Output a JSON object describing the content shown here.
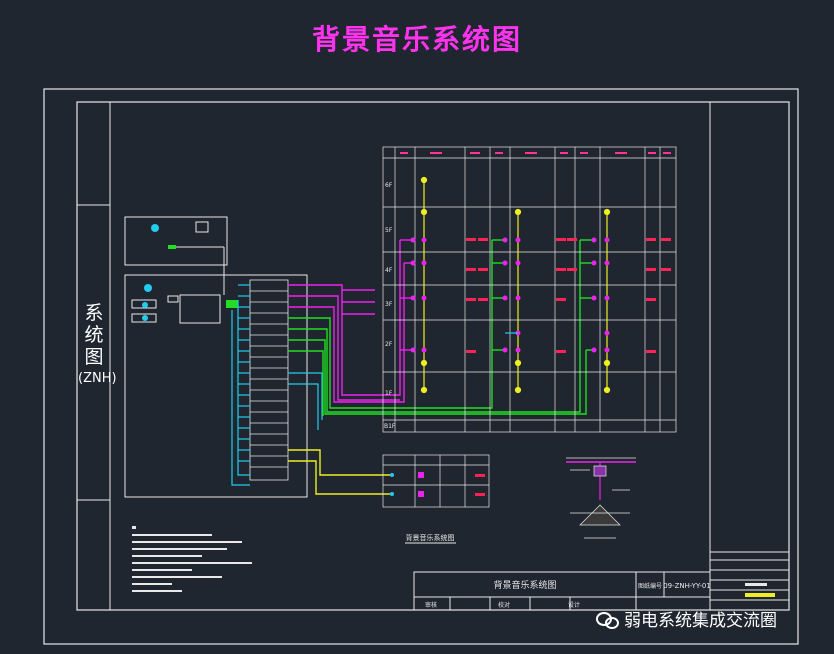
{
  "title": "背景音乐系统图",
  "side_title": {
    "chars": [
      "系",
      "统",
      "图"
    ],
    "code": "(ZNH)"
  },
  "floors": [
    "6F",
    "5F",
    "4F",
    "3F",
    "2F",
    "1F",
    "B1F"
  ],
  "legend_caption": "背景音乐系统图",
  "title_block": {
    "drawing_title": "背景音乐系统图",
    "drawing_no_label": "图纸编号",
    "drawing_no": "09-ZNH-YY-01",
    "labels": [
      "审核",
      "校对",
      "设计"
    ]
  },
  "watermark": "弱电系统集成交流圈",
  "colors": {
    "magenta": "#ee22ee",
    "green": "#22dd22",
    "cyan": "#22ccee",
    "yellow": "#eeee22",
    "frame": "#e8e8e8"
  },
  "icons": [
    "speaker-icon",
    "volume-control-icon",
    "wechat-icon"
  ]
}
